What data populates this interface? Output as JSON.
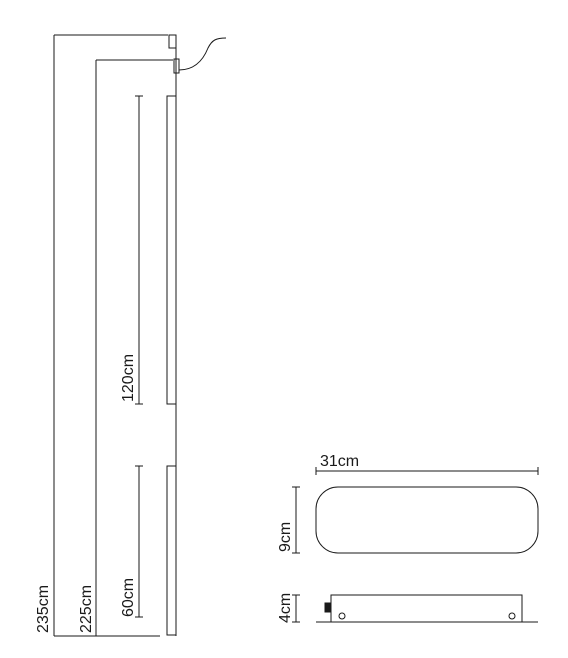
{
  "dimensions": {
    "total_height": "235cm",
    "mount_height": "225cm",
    "upper_panel": "120cm",
    "lower_panel": "60cm",
    "canopy_width": "31cm",
    "canopy_depth": "9cm",
    "canopy_height": "4cm"
  },
  "colors": {
    "line": "#1a1a1a",
    "text": "#1a1a1a",
    "background": "#ffffff"
  }
}
